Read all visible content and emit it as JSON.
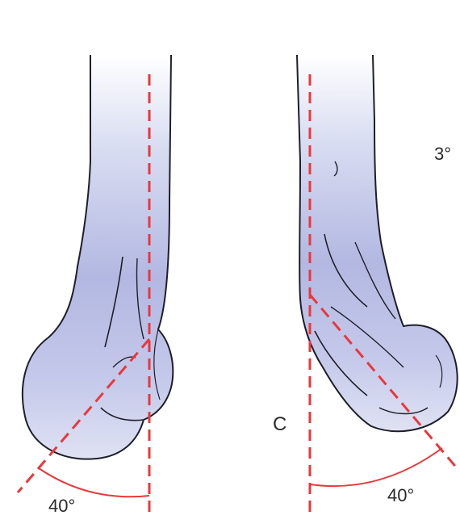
{
  "labels": {
    "angle_left": "40°",
    "angle_right": "40°",
    "c_marker": "C",
    "top_right": "3°"
  },
  "colors": {
    "bone_fill": "#c9cdea",
    "bone_outline": "#1e1e2a",
    "dash_line": "#e8383d",
    "arc": "#e8383d",
    "text": "#2b2b2b"
  }
}
